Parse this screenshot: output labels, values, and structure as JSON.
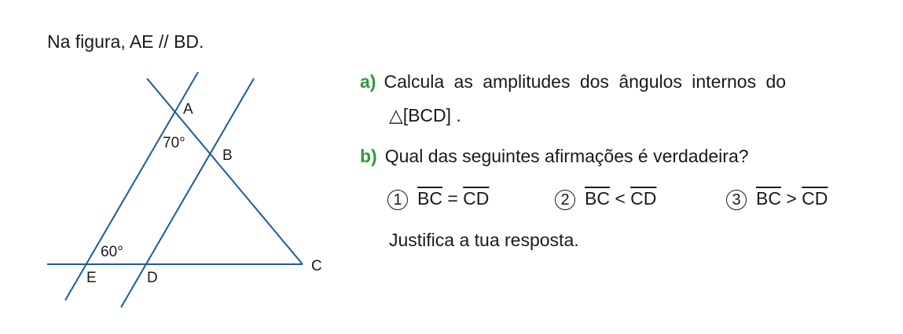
{
  "intro": "Na figura,  AE // BD.",
  "figure": {
    "points": [
      "A",
      "B",
      "C",
      "D",
      "E"
    ],
    "angle_A": "70°",
    "angle_E": "60°",
    "line_color": "#1d5a9a"
  },
  "question_a": {
    "label": "a)",
    "text_line1": "Calcula as amplitudes dos ângulos internos do",
    "text_line2": "△[BCD] ."
  },
  "question_b": {
    "label": "b)",
    "text": "Qual das seguintes afirmações é verdadeira?",
    "options": [
      {
        "num": "1",
        "left": "BC",
        "op": "=",
        "right": "CD"
      },
      {
        "num": "2",
        "left": "BC",
        "op": "<",
        "right": "CD"
      },
      {
        "num": "3",
        "left": "BC",
        "op": ">",
        "right": "CD"
      }
    ],
    "justify": "Justifica a tua resposta."
  },
  "accent_color": "#2e9a3c"
}
